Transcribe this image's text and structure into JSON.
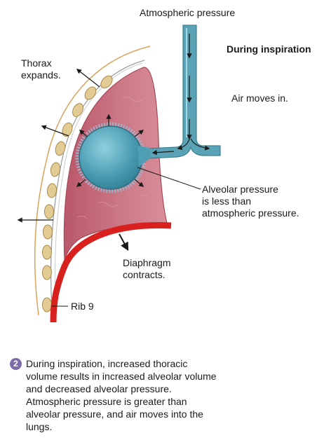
{
  "labels": {
    "atmospheric": "Atmospheric pressure",
    "during": "During inspiration",
    "air": "Air moves in.",
    "thorax": [
      "Thorax",
      "expands."
    ],
    "alveolar": [
      "Alveolar pressure",
      "is less than",
      "atmospheric pressure."
    ],
    "diaphragm": [
      "Diaphragm",
      "contracts."
    ],
    "rib": "Rib 9"
  },
  "step": {
    "number": "2",
    "lines": [
      "During inspiration, increased thoracic",
      "volume results in increased alveolar volume",
      "and decreased alveolar pressure.",
      "Atmospheric pressure is greater than",
      "alveolar pressure, and air moves into the",
      "lungs."
    ]
  },
  "colors": {
    "lung": "#c56776",
    "airway": "#5aa3b6",
    "diaphragm": "#d8201f",
    "chest_wall": "#d9a45a",
    "rib": "#e3cc94",
    "badge": "#7d6aa8"
  }
}
